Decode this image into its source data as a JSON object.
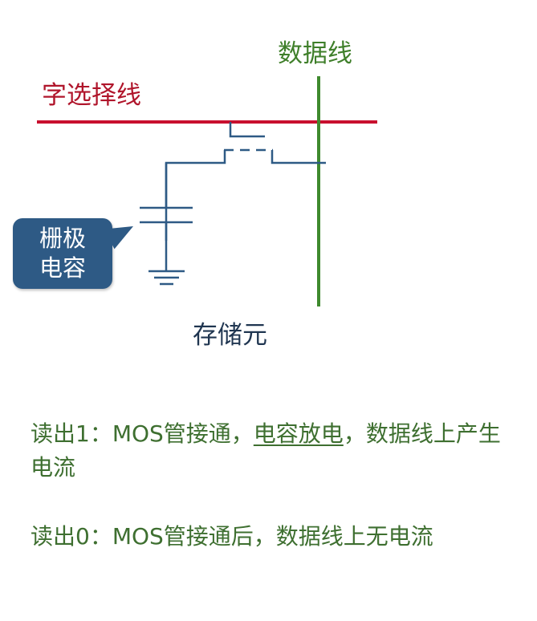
{
  "diagram": {
    "data_line_label": "数据线",
    "word_line_label": "字选择线",
    "cell_label": "存储元",
    "callout": {
      "line1": "栅极",
      "line2": "电容"
    }
  },
  "notes": {
    "read1": {
      "prefix": "读出1：MOS管接通，",
      "underlined": "电容放电",
      "suffix": "，数据线上产生电流"
    },
    "read0": {
      "text": "读出0：MOS管接通后，数据线上无电流"
    }
  },
  "colors": {
    "word_line": "#c8102e",
    "data_line": "#3f8a2e",
    "circuit": "#2e5a85",
    "notes": "#3e6f30"
  }
}
